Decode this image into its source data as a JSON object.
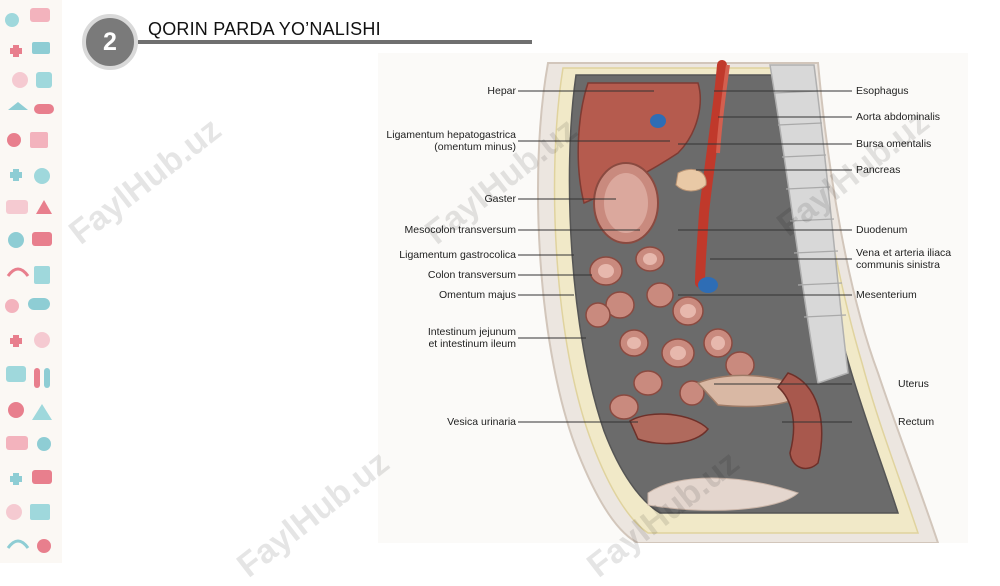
{
  "header": {
    "slide_number": "2",
    "title": "QORIN PARDA YO’NALISHI"
  },
  "diagram": {
    "labels_left": [
      {
        "id": "hepar",
        "text": "Hepar"
      },
      {
        "id": "lig-hepatogastrica",
        "line1": "Ligamentum hepatogastrica",
        "line2": "(omentum minus)"
      },
      {
        "id": "gaster",
        "text": "Gaster"
      },
      {
        "id": "mesocolon",
        "text": "Mesocolon transversum"
      },
      {
        "id": "lig-gastrocolica",
        "text": "Ligamentum gastrocolica"
      },
      {
        "id": "colon",
        "text": "Colon transversum"
      },
      {
        "id": "omentum-majus",
        "text": "Omentum majus"
      },
      {
        "id": "intestinum",
        "line1": "Intestinum jejunum",
        "line2": "et intestinum ileum"
      },
      {
        "id": "vesica",
        "text": "Vesica urinaria"
      }
    ],
    "labels_right": [
      {
        "id": "esophagus",
        "text": "Esophagus"
      },
      {
        "id": "aorta",
        "text": "Aorta abdominalis"
      },
      {
        "id": "bursa",
        "text": "Bursa omentalis"
      },
      {
        "id": "pancreas",
        "text": "Pancreas"
      },
      {
        "id": "duodenum",
        "text": "Duodenum"
      },
      {
        "id": "vena-arteria",
        "line1": "Vena et arteria iliaca",
        "line2": "communis sinistra"
      },
      {
        "id": "mesenterium",
        "text": "Mesenterium"
      },
      {
        "id": "uterus",
        "text": "Uterus"
      },
      {
        "id": "rectum",
        "text": "Rectum"
      }
    ]
  },
  "watermark": {
    "text": "FaylHub.uz"
  },
  "colors": {
    "liver": "#b55b4e",
    "intestine": "#c98a7e",
    "peritoneum": "#6b6b6b",
    "fat": "#f1e9c8",
    "spine": "#d8d8d8",
    "aorta": "#c0392b",
    "vein": "#2e6db5",
    "skin": "#ece6e0"
  }
}
